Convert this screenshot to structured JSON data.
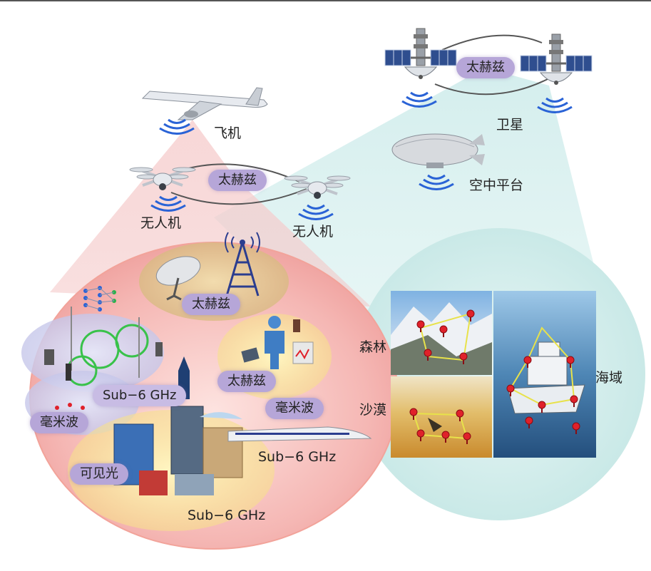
{
  "labels": {
    "aircraft": "飞机",
    "drone_left": "无人机",
    "drone_right": "无人机",
    "satellite": "卫星",
    "air_platform": "空中平台",
    "forest": "森林",
    "desert": "沙漠",
    "ocean": "海域"
  },
  "pills": {
    "thz_satellite": "太赫兹",
    "thz_drone": "太赫兹",
    "thz_tower": "太赫兹",
    "thz_wearable": "太赫兹",
    "mmwave_right": "毫米波",
    "mmwave_left": "毫米波",
    "sub6_left": "Sub−6 GHz",
    "sub6_train": "Sub−6 GHz",
    "sub6_bottom": "Sub−6 GHz",
    "visible_light": "可见光"
  },
  "colors": {
    "ground_cell": "#f3b3b0",
    "space_beam": "#cfeceb",
    "air_beam": "#f6cfcf",
    "pill": "#b6a6d8",
    "signal": "#2a63d6"
  }
}
